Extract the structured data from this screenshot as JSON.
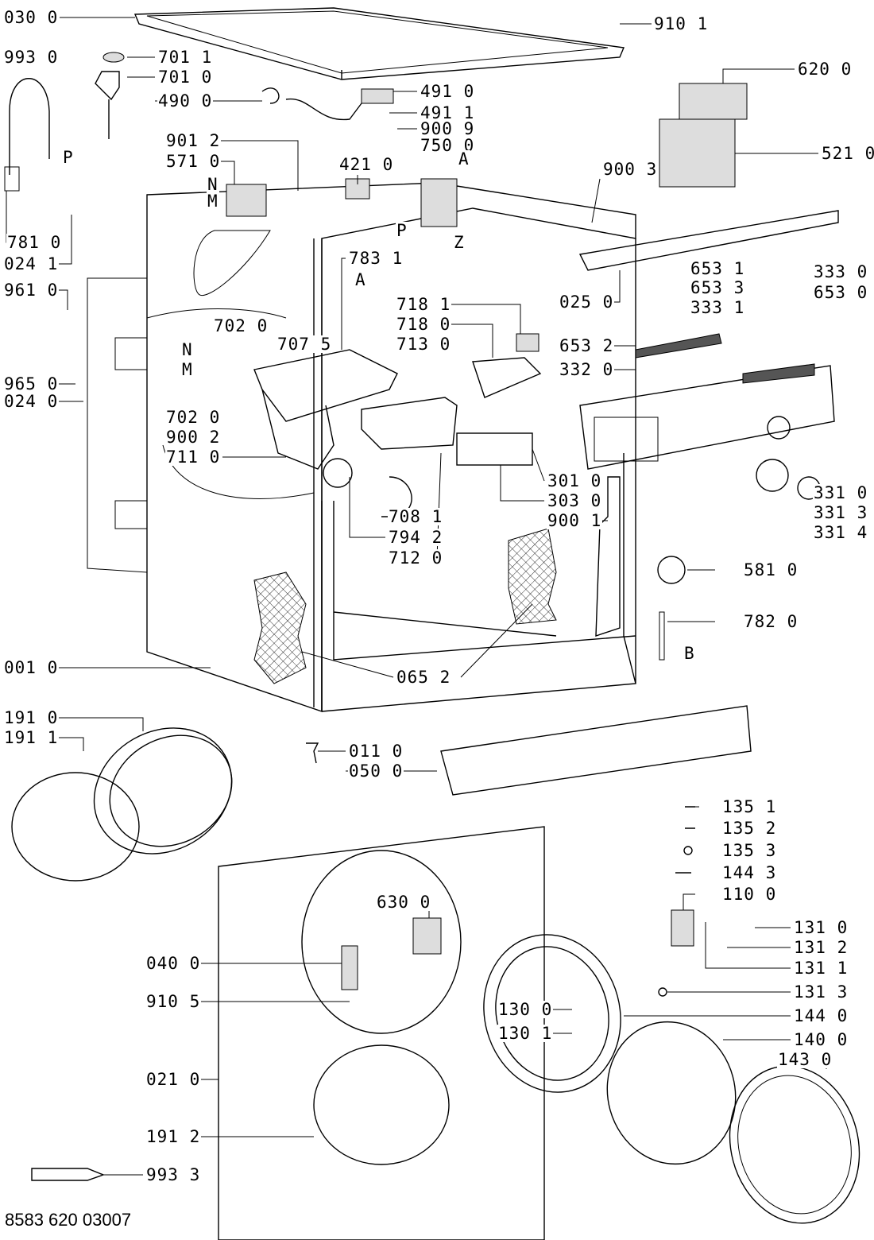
{
  "diagram_code": "8583 620 03007",
  "labels": [
    "030 0",
    "910 1",
    "993 0",
    "701 1",
    "701 0",
    "620 0",
    "490 0",
    "491 0",
    "491 1",
    "900 9",
    "750 0",
    "901 2",
    "571 0",
    "421 0",
    "521 0",
    "P",
    "A",
    "900 3",
    "N",
    "M",
    "P",
    "Z",
    "781 0",
    "024 1",
    "783 1",
    "A",
    "653 1",
    "333 0",
    "653 3",
    "653 0",
    "333 1",
    "025 0",
    "961 0",
    "718 1",
    "718 0",
    "713 0",
    "702 0",
    "707 5",
    "N",
    "M",
    "653 2",
    "332 0",
    "965 0",
    "024 0",
    "702 0",
    "900 2",
    "711 0",
    "301 0",
    "303 0",
    "900 1",
    "331 0",
    "331 3",
    "331 4",
    "708 1",
    "794 2",
    "712 0",
    "581 0",
    "782 0",
    "B",
    "001 0",
    "065 2",
    "191 0",
    "191 1",
    "011 0",
    "050 0",
    "135 1",
    "135 2",
    "135 3",
    "144 3",
    "110 0",
    "630 0",
    "131 0",
    "131 2",
    "131 1",
    "040 0",
    "910 5",
    "131 3",
    "130 0",
    "144 0",
    "130 1",
    "140 0",
    "143 0",
    "021 0",
    "191 2",
    "993 3"
  ]
}
